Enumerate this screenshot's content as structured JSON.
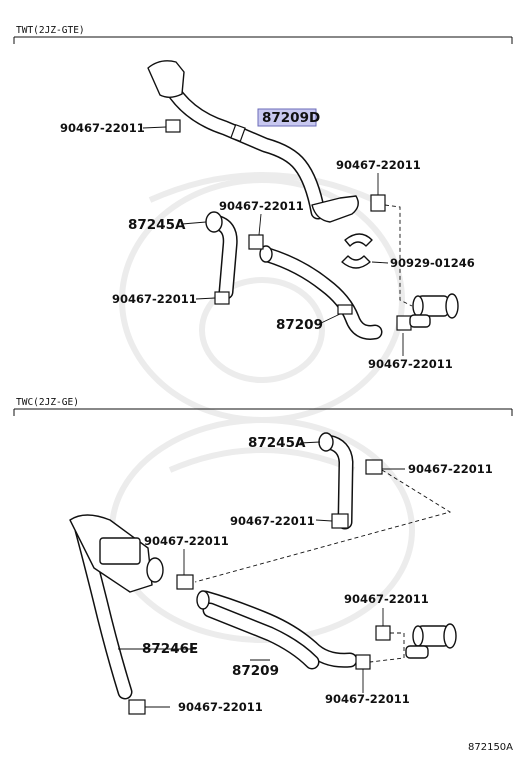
{
  "sections": {
    "top_header": "TWT(2JZ-GTE)",
    "bottom_header": "TWC(2JZ-GE)"
  },
  "top": {
    "highlighted_part": "87209D",
    "highlight_color": "#c8c8f0",
    "labels": {
      "clip_a": "90467-22011",
      "clip_b": "90467-22011",
      "clip_c": "90467-22011",
      "clip_d": "90467-22011",
      "clip_e": "90467-22011",
      "hose_a": "87245A",
      "hose_209": "87209",
      "clamp": "90929-01246"
    }
  },
  "bottom": {
    "labels": {
      "hose_a": "87245A",
      "clip_a": "90467-22011",
      "clip_b": "90467-22011",
      "clip_c": "90467-22011",
      "hose_e": "87246E",
      "hose_209": "87209",
      "clip_d": "90467-22011",
      "clip_e": "90467-22011",
      "clip_f": "90467-22011"
    }
  },
  "diagram_ref": "872150A"
}
